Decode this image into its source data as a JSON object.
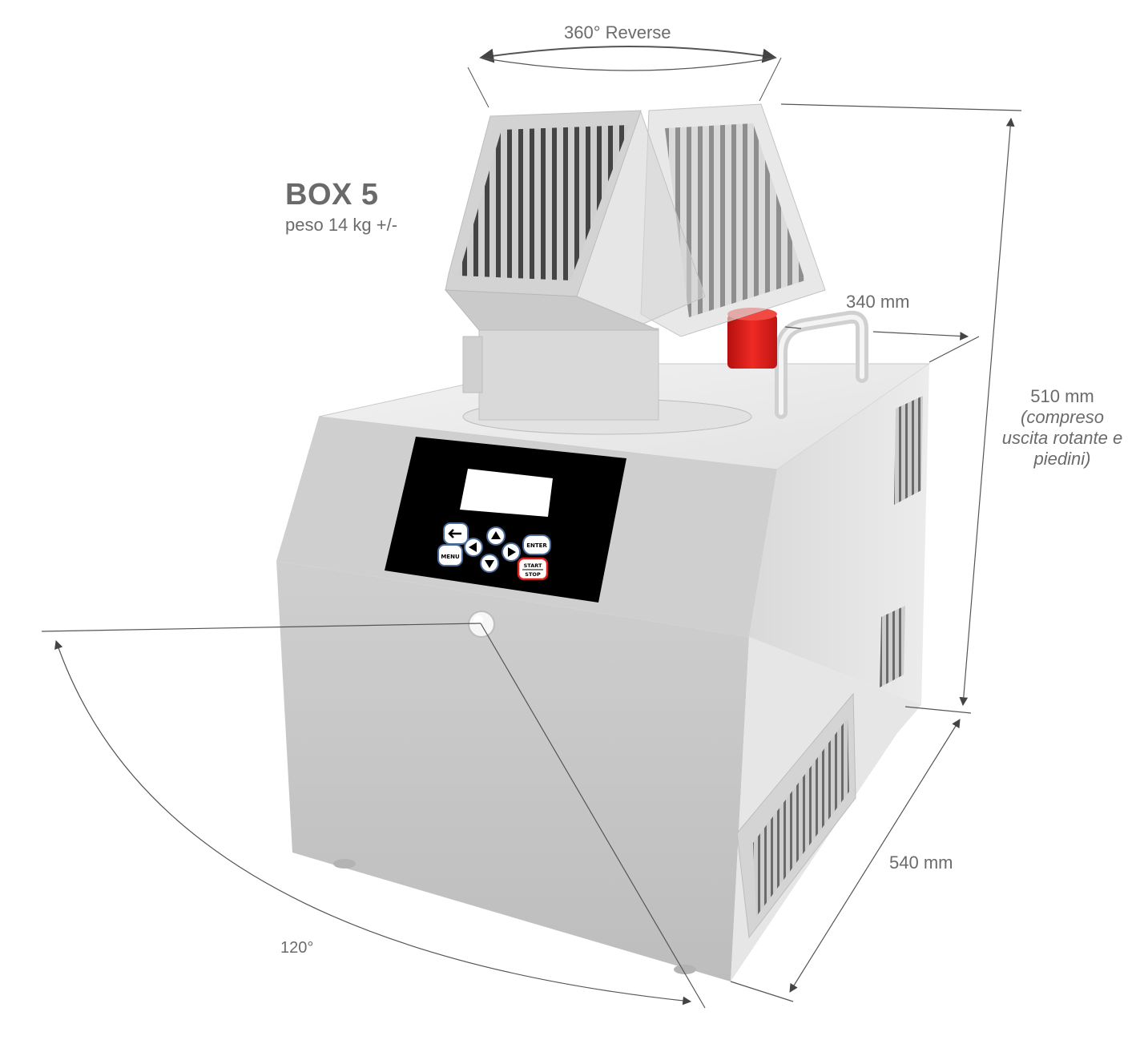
{
  "product": {
    "title": "BOX 5",
    "weight": "peso 14 kg +/-"
  },
  "dimensions": {
    "rotation": "360° Reverse",
    "width": "340 mm",
    "height": "510 mm",
    "height_note": "(compreso uscita rotante e piedini)",
    "depth": "540 mm",
    "door_angle": "120°"
  },
  "keypad": {
    "back_icon": "arrow-left-icon",
    "menu": "MENU",
    "enter": "ENTER",
    "start": "START",
    "stop": "STOP",
    "arrows": [
      "up-arrow-icon",
      "down-arrow-icon",
      "left-arrow-icon",
      "right-arrow-icon"
    ]
  },
  "colors": {
    "body": "#d6d6d6",
    "panel": "#000000",
    "accent_red": "#e0201c",
    "label_text": "#6b6b6b"
  }
}
